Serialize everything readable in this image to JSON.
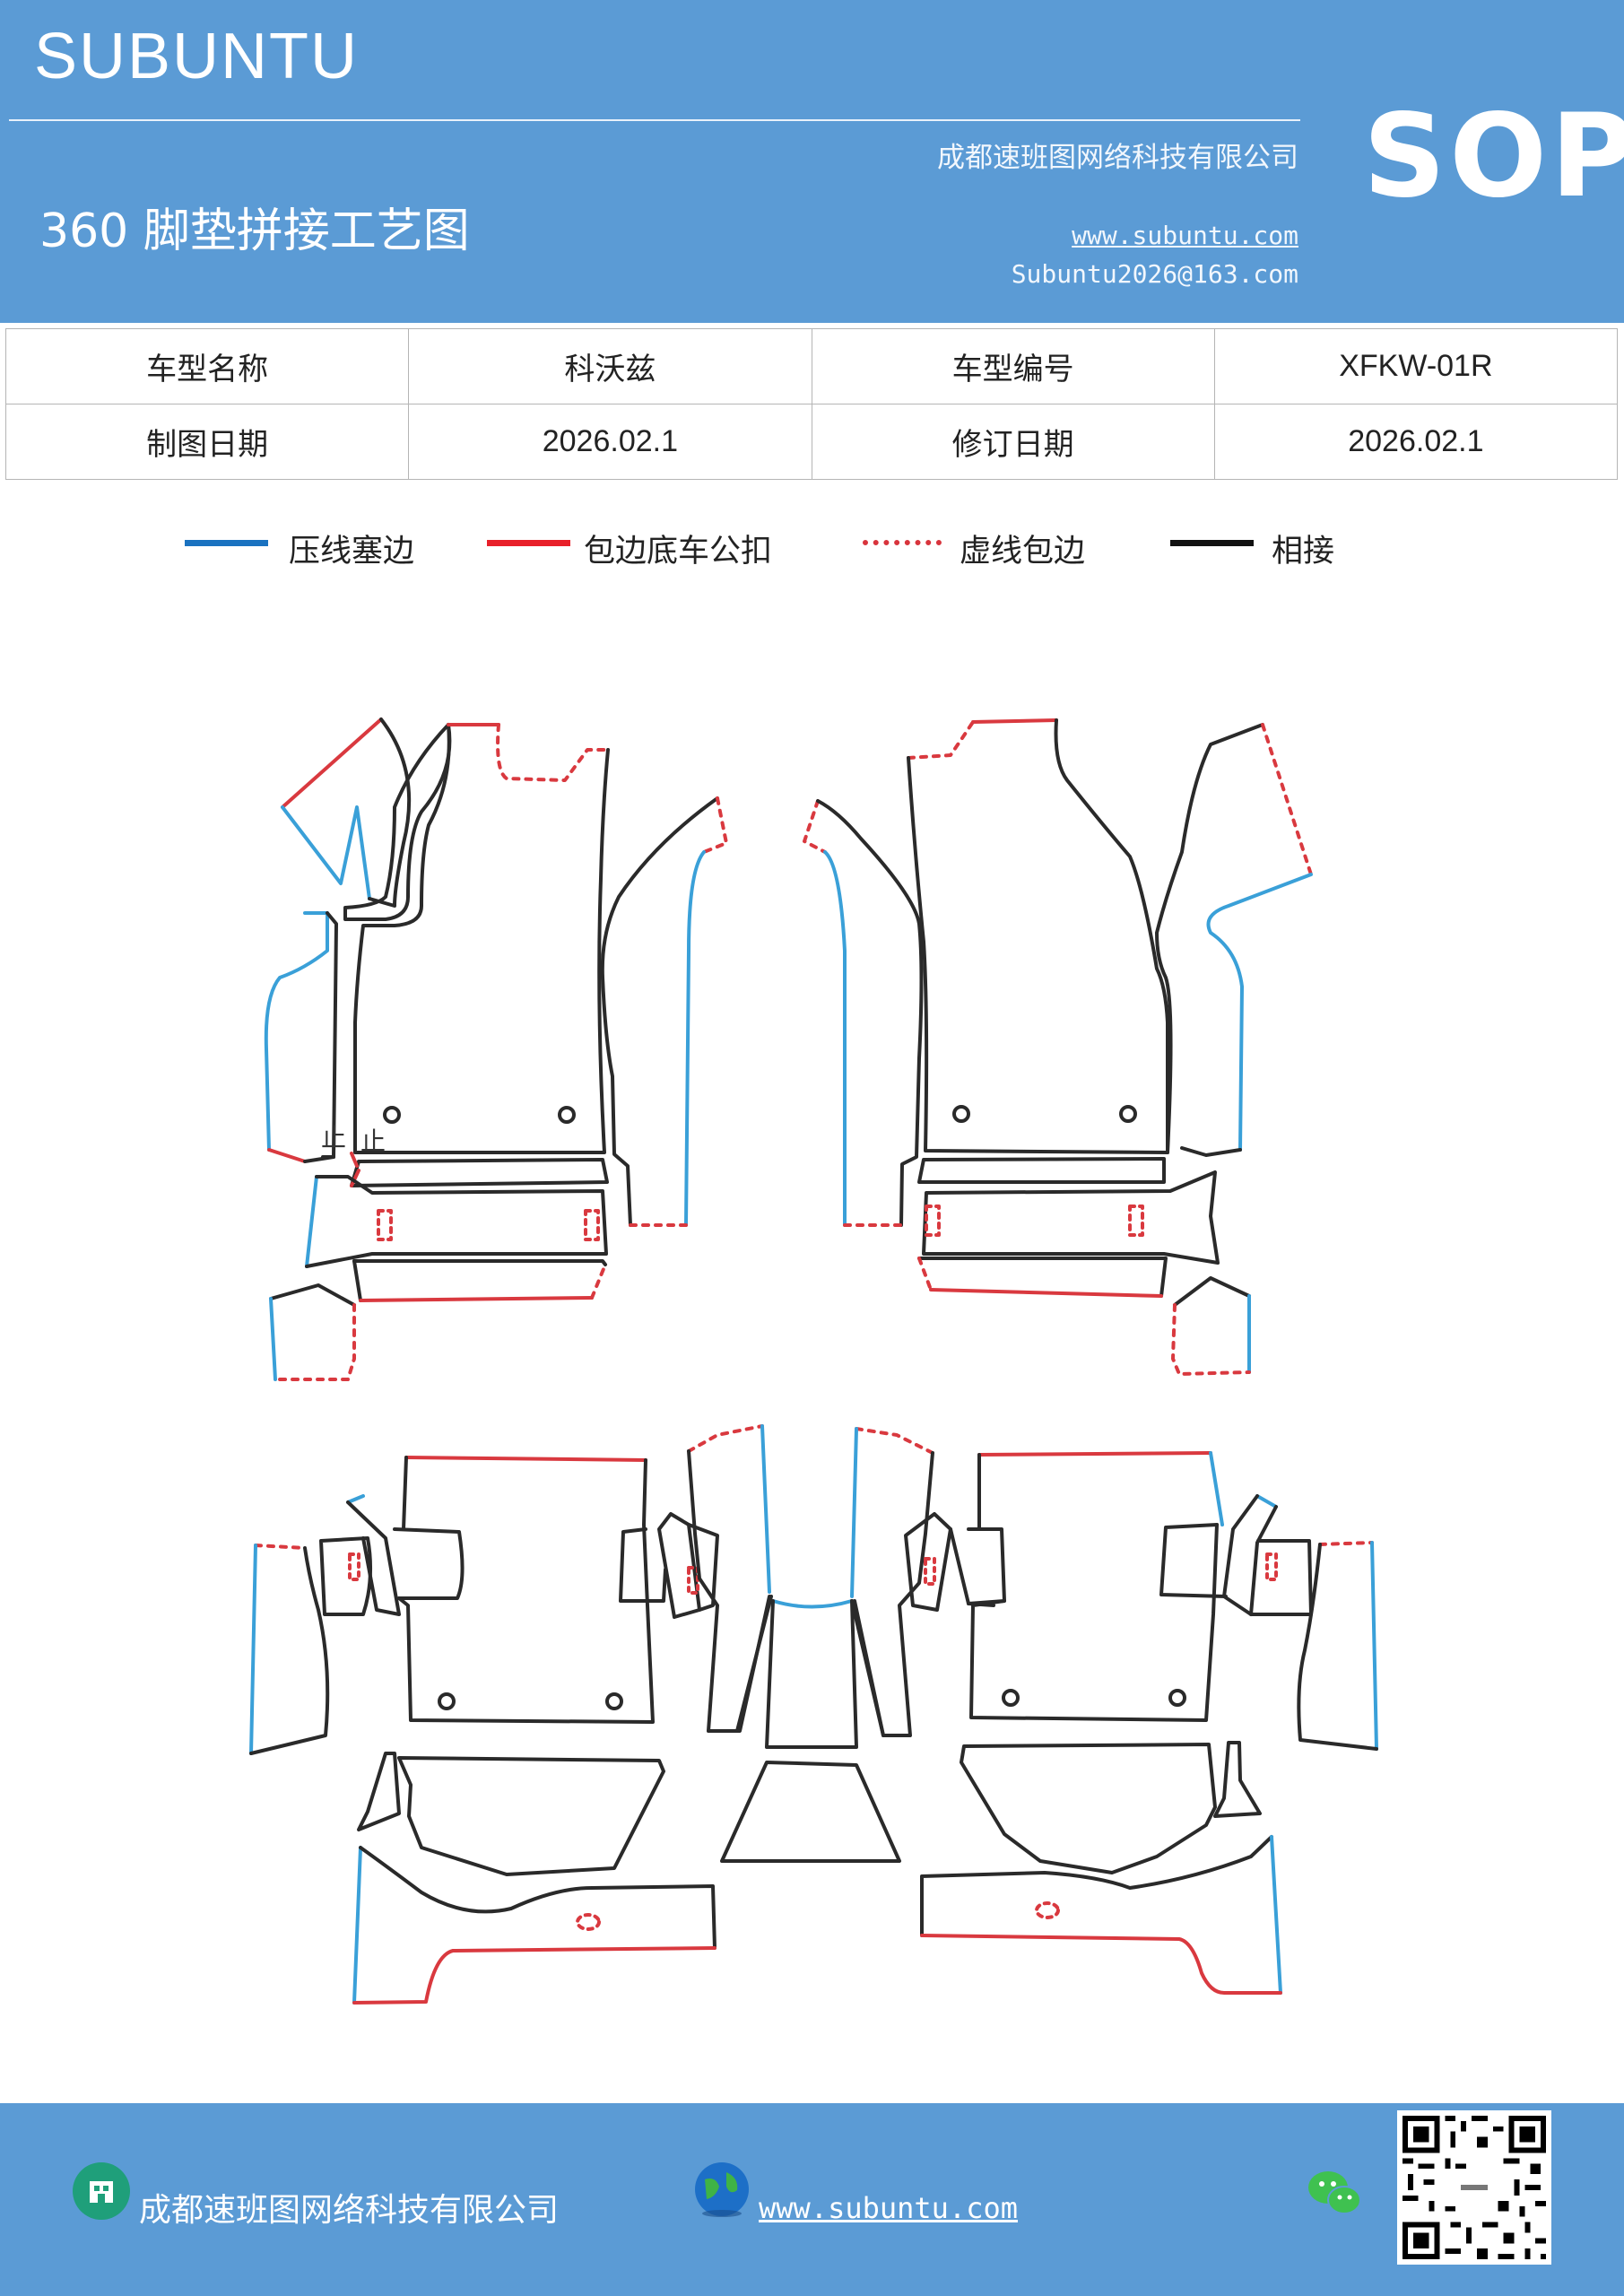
{
  "header": {
    "brand": "SUBUNTU",
    "company": "成都速班图网络科技有限公司",
    "title": "360 脚垫拼接工艺图",
    "website": "www.subuntu.com",
    "email": "Subuntu2026@163.com",
    "badge": "SOP"
  },
  "info": {
    "rows": [
      [
        "车型名称",
        "科沃兹",
        "车型编号",
        "XFKW-01R"
      ],
      [
        "制图日期",
        "2026.02.1",
        "修订日期",
        "2026.02.1"
      ]
    ]
  },
  "legend": [
    {
      "label": "压线塞边",
      "color": "#1a72c0",
      "style": "solid"
    },
    {
      "label": "包边底车公扣",
      "color": "#e8202a",
      "style": "solid"
    },
    {
      "label": "虚线包边",
      "color": "#d8343c",
      "style": "dotted"
    },
    {
      "label": "相接",
      "color": "#111111",
      "style": "solid"
    }
  ],
  "diagram": {
    "stop_labels": [
      "止",
      "止"
    ],
    "colors": {
      "blue": "#3aa0d8",
      "red": "#d9393f",
      "black": "#2a2a2a"
    }
  },
  "footer": {
    "company": "成都速班图网络科技有限公司",
    "website": "www.subuntu.com",
    "icons": [
      "building-icon",
      "globe-icon",
      "wechat-icon",
      "qr-code"
    ]
  }
}
